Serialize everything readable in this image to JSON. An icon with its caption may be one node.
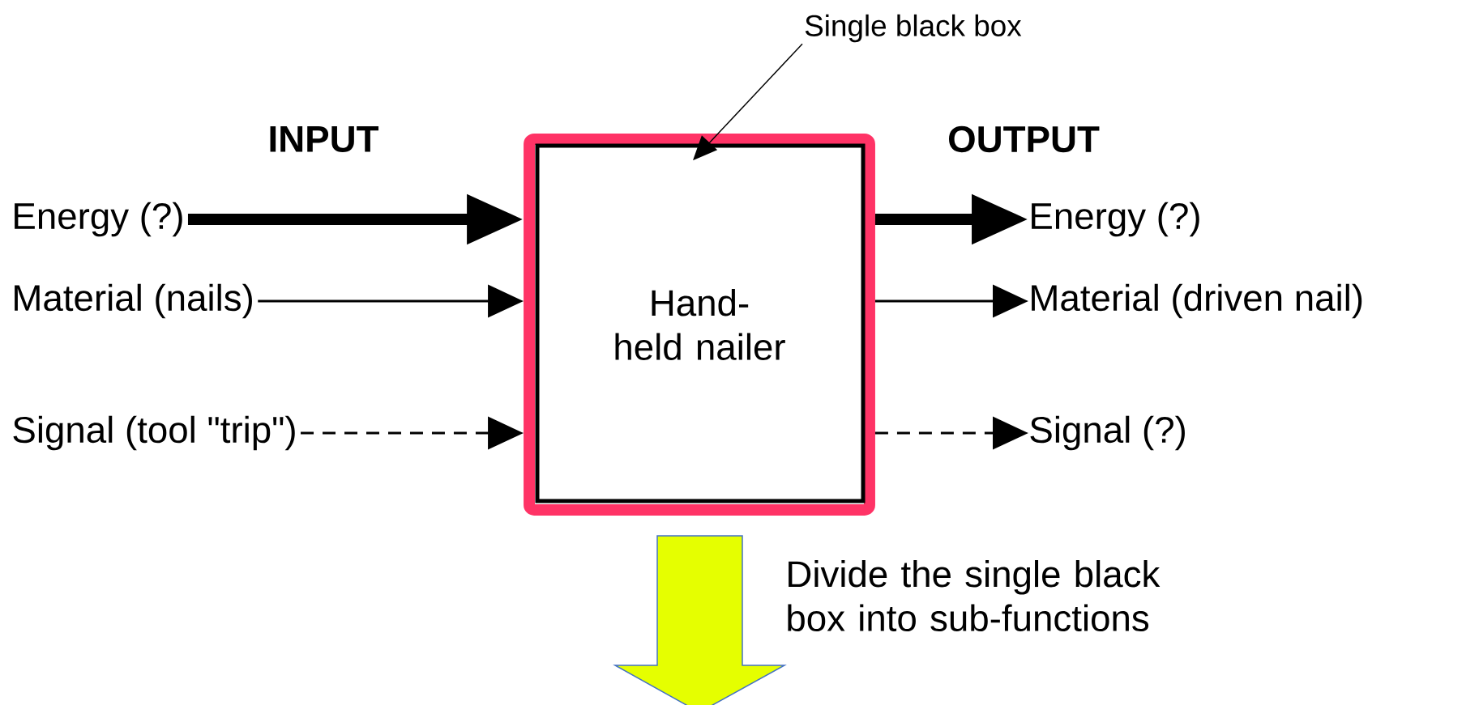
{
  "diagram": {
    "nodes": [
      {
        "text": [
          "Hand-held nailer"
        ]
      },
      {
        "text": [
          "Energy (?)"
        ]
      },
      {
        "text": [
          "Material (nails)"
        ]
      },
      {
        "text": [
          "Signal (tool \"trip\")"
        ]
      },
      {
        "text": [
          "Energy (?)"
        ]
      },
      {
        "text": [
          "Material (driven nail)"
        ]
      },
      {
        "text": [
          "Signal (?)"
        ]
      },
      {
        "text": [
          "Single black box"
        ]
      }
    ],
    "edges": [
      {
        "from": 1,
        "to": 0,
        "arrow": "to",
        "style": "thick"
      },
      {
        "from": 2,
        "to": 0,
        "arrow": "to"
      },
      {
        "from": 3,
        "to": 0,
        "arrow": "to",
        "style": "dashed"
      },
      {
        "from": 0,
        "to": 4,
        "arrow": "to",
        "style": "thick"
      },
      {
        "from": 0,
        "to": 5,
        "arrow": "to"
      },
      {
        "from": 0,
        "to": 6,
        "arrow": "to",
        "style": "dashed"
      },
      {
        "from": 7,
        "to": 0,
        "arrow": "to"
      }
    ],
    "labels": [
      "INPUT",
      "OUTPUT",
      "Divide the single black box into sub-functions"
    ]
  }
}
